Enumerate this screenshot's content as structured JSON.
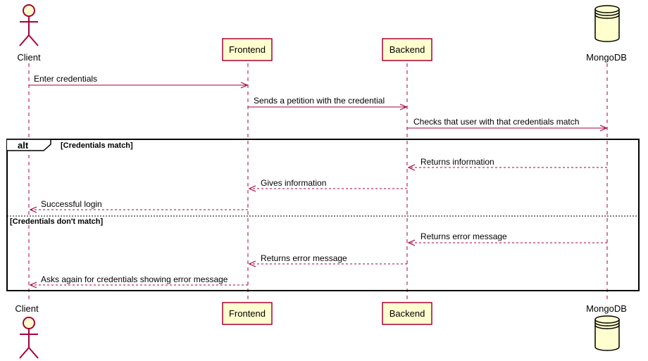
{
  "diagram": {
    "type": "sequence",
    "colors": {
      "arrow": "#A80036",
      "box_fill": "#FEFECE",
      "box_border": "#A80036",
      "text": "#000000"
    },
    "participants": [
      {
        "id": "client",
        "label": "Client",
        "shape": "actor"
      },
      {
        "id": "frontend",
        "label": "Frontend",
        "shape": "box"
      },
      {
        "id": "backend",
        "label": "Backend",
        "shape": "box"
      },
      {
        "id": "mongodb",
        "label": "MongoDB",
        "shape": "database"
      }
    ],
    "messages": [
      {
        "from": "client",
        "to": "frontend",
        "label": "Enter credentials",
        "style": "solid"
      },
      {
        "from": "frontend",
        "to": "backend",
        "label": "Sends a petition with the credential",
        "style": "solid"
      },
      {
        "from": "backend",
        "to": "mongodb",
        "label": "Checks that user with that credentials match",
        "style": "solid"
      },
      {
        "from": "mongodb",
        "to": "backend",
        "label": "Returns information",
        "style": "dashed"
      },
      {
        "from": "backend",
        "to": "frontend",
        "label": "Gives information",
        "style": "dashed"
      },
      {
        "from": "frontend",
        "to": "client",
        "label": "Successful login",
        "style": "dashed"
      },
      {
        "from": "mongodb",
        "to": "backend",
        "label": "Returns error message",
        "style": "dashed"
      },
      {
        "from": "backend",
        "to": "frontend",
        "label": "Returns error message",
        "style": "dashed"
      },
      {
        "from": "frontend",
        "to": "client",
        "label": "Asks again for credentials showing error message",
        "style": "dashed"
      }
    ],
    "alt": {
      "keyword": "alt",
      "conditions": [
        "[Credentials match]",
        "[Credentials don't match]"
      ]
    }
  }
}
